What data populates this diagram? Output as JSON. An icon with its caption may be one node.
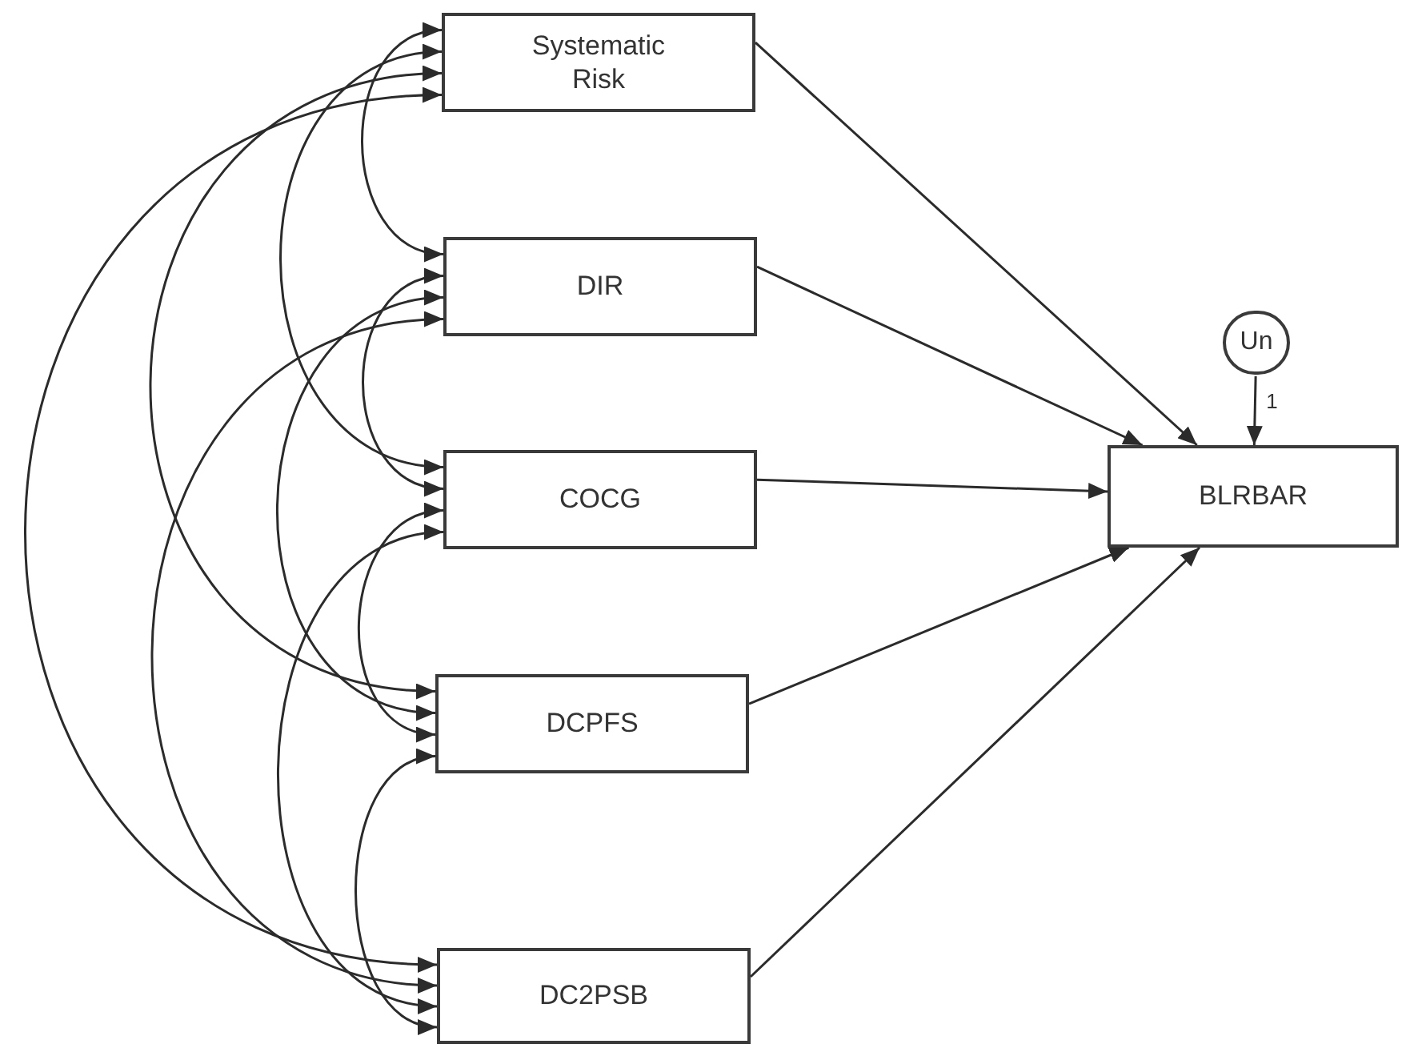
{
  "diagram": {
    "nodes": [
      {
        "text": [
          "Systematic Risk"
        ]
      },
      {
        "text": [
          "DIR"
        ]
      },
      {
        "text": [
          "COCG"
        ]
      },
      {
        "text": [
          "DCPFS"
        ]
      },
      {
        "text": [
          "DC2PSB"
        ]
      },
      {
        "text": [
          "Un"
        ]
      },
      {
        "text": [
          "BLRBAR"
        ]
      }
    ],
    "edges": [
      {
        "from": 0,
        "to": 6,
        "arrow": "to"
      },
      {
        "from": 1,
        "to": 6,
        "arrow": "to"
      },
      {
        "from": 2,
        "to": 6,
        "arrow": "to"
      },
      {
        "from": 3,
        "to": 6,
        "arrow": "to"
      },
      {
        "from": 4,
        "to": 6,
        "arrow": "to"
      },
      {
        "from": 5,
        "to": 6,
        "arrow": "to",
        "label": "1"
      },
      {
        "from": 0,
        "to": 1,
        "arrow": "both"
      },
      {
        "from": 0,
        "to": 2,
        "arrow": "both"
      },
      {
        "from": 0,
        "to": 3,
        "arrow": "both"
      },
      {
        "from": 0,
        "to": 4,
        "arrow": "both"
      },
      {
        "from": 1,
        "to": 2,
        "arrow": "both"
      },
      {
        "from": 1,
        "to": 3,
        "arrow": "both"
      },
      {
        "from": 1,
        "to": 4,
        "arrow": "both"
      },
      {
        "from": 2,
        "to": 3,
        "arrow": "both"
      },
      {
        "from": 2,
        "to": 4,
        "arrow": "both"
      },
      {
        "from": 3,
        "to": 4,
        "arrow": "both"
      }
    ]
  }
}
